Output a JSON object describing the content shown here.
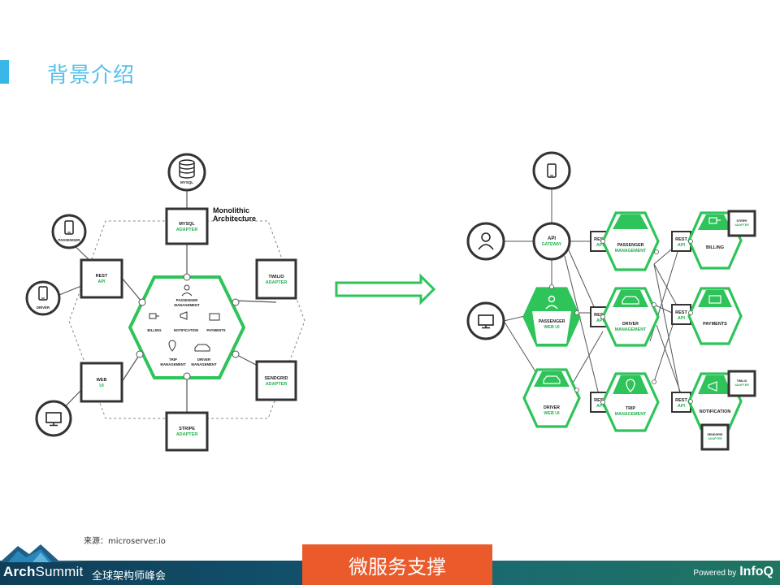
{
  "slide_title": "背景介绍",
  "source": {
    "label": "来源：",
    "value": "microserver.io"
  },
  "footer": {
    "brand_main": "Arch",
    "brand_thin": "Summit",
    "brand_sub": "全球架构师峰会",
    "center_title": "微服务支撑",
    "powered_label": "Powered by",
    "powered_logo": "InfoQ"
  },
  "colors": {
    "accent": "#38b6e8",
    "green": "#22c55e",
    "orange": "#ea5a2b",
    "footer": "#12506a"
  },
  "left_diagram": {
    "title_line1": "Monolithic",
    "title_line2": "Architecture",
    "mysql": "MYSQL",
    "passenger_client": "PASSENGER",
    "driver_client": "DRIVER",
    "adapters": {
      "mysql_adapter": [
        "MYSQL",
        "ADAPTER"
      ],
      "rest_api": [
        "REST",
        "API"
      ],
      "twilio_adapter": [
        "TWILIO",
        "ADAPTER"
      ],
      "web_ui": [
        "WEB",
        "UI"
      ],
      "sendgrid_adapter": [
        "SENDGRID",
        "ADAPTER"
      ],
      "stripe_adapter": [
        "STRIPE",
        "ADAPTER"
      ]
    },
    "modules": {
      "passenger_management": [
        "PASSENGER",
        "MANAGEMENT"
      ],
      "billing": "BILLING",
      "notification": "NOTIFICATION",
      "payments": "PAYMENTS",
      "trip_management": [
        "TRIP",
        "MANAGEMENT"
      ],
      "driver_management": [
        "DRIVER",
        "MANAGEMENT"
      ]
    }
  },
  "right_diagram": {
    "api_gateway": [
      "API",
      "GATEWAY"
    ],
    "rest_api": [
      "REST",
      "API"
    ],
    "services": {
      "passenger_management": [
        "PASSENGER",
        "MANAGEMENT"
      ],
      "passenger_web_ui": [
        "PASSENGER",
        "WEB UI"
      ],
      "driver_management": [
        "DRIVER",
        "MANAGEMENT"
      ],
      "driver_web_ui": [
        "DRIVER",
        "WEB UI"
      ],
      "trip_management": [
        "TRIP",
        "MANAGEMENT"
      ],
      "billing": "BILLING",
      "payments": "PAYMENTS",
      "notification": "NOTIFICATION"
    },
    "adapters": {
      "stripe_adapter": [
        "STRIPE",
        "ADAPTER"
      ],
      "twilio_adapter": [
        "TWILIO",
        "ADAPTER"
      ],
      "sendgrid_adapter": [
        "SENDGRID",
        "ADAPTER"
      ]
    }
  }
}
